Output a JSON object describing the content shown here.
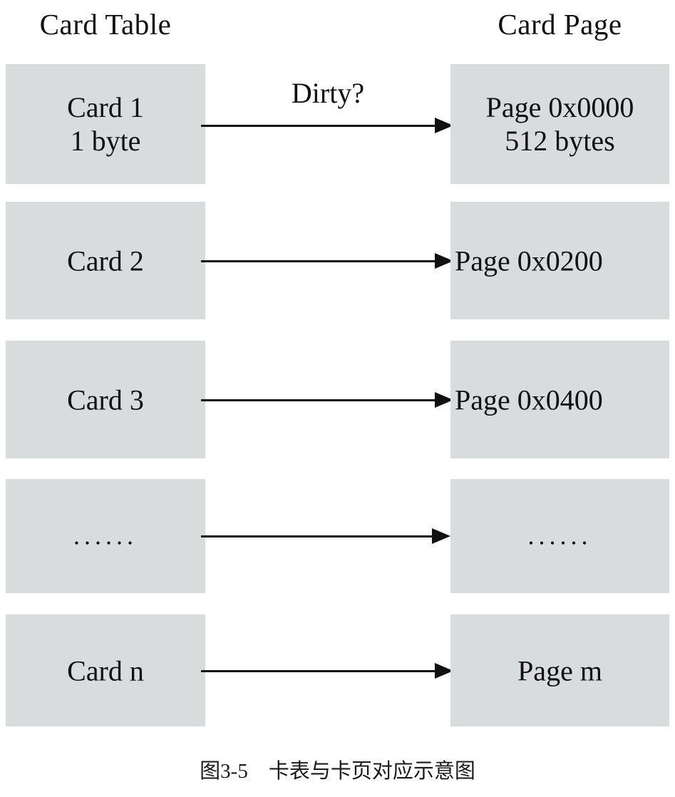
{
  "headings": {
    "left": "Card Table",
    "right": "Card Page"
  },
  "edge_label": "Dirty?",
  "rows": [
    {
      "card_line1": "Card 1",
      "card_line2": "1 byte",
      "page_line1": "Page 0x0000",
      "page_line2": "512 bytes"
    },
    {
      "card_line1": "Card 2",
      "card_line2": "",
      "page_line1": "Page 0x0200",
      "page_line2": ""
    },
    {
      "card_line1": "Card 3",
      "card_line2": "",
      "page_line1": "Page 0x0400",
      "page_line2": ""
    },
    {
      "card_line1": "......",
      "card_line2": "",
      "page_line1": "......",
      "page_line2": ""
    },
    {
      "card_line1": "Card n",
      "card_line2": "",
      "page_line1": "Page m",
      "page_line2": ""
    }
  ],
  "caption": "图3-5　卡表与卡页对应示意图",
  "colors": {
    "box_fill": "#d8dcdc",
    "line": "#111111",
    "background": "#ffffff"
  }
}
